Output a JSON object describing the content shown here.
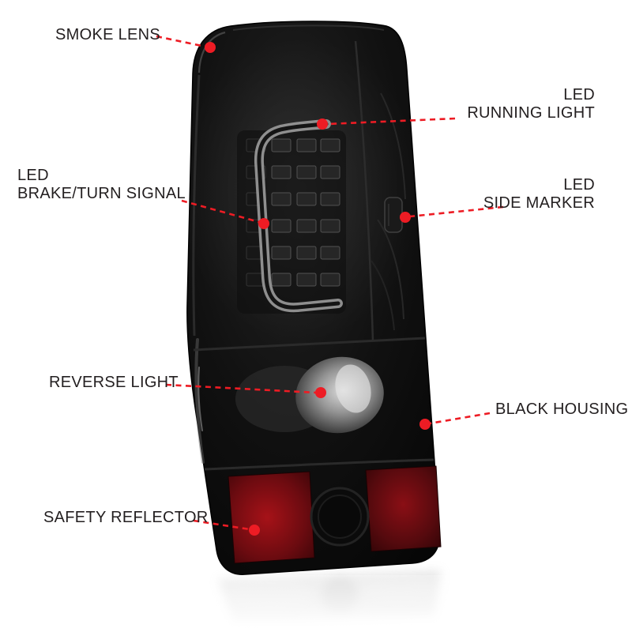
{
  "colors": {
    "callout_red": "#ed1c24",
    "label_text": "#231f20",
    "background": "#ffffff",
    "housing_black": "#0a0a0a",
    "reflector_red": "#8e1016"
  },
  "illustration": {
    "name": "smoked-led-tail-light",
    "parts": [
      "tail-light-housing",
      "led-light-bar",
      "led-array",
      "side-marker-lens",
      "reverse-light-lens",
      "safety-reflector-left",
      "safety-reflector-right",
      "floor-reflection"
    ]
  },
  "callouts": [
    {
      "id": "smoke-lens",
      "lines": [
        "SMOKE LENS"
      ]
    },
    {
      "id": "led-running-light",
      "lines": [
        "LED",
        "RUNNING LIGHT"
      ]
    },
    {
      "id": "led-brake-turn-signal",
      "lines": [
        "LED",
        "BRAKE/TURN SIGNAL"
      ]
    },
    {
      "id": "led-side-marker",
      "lines": [
        "LED",
        "SIDE MARKER"
      ]
    },
    {
      "id": "reverse-light",
      "lines": [
        "REVERSE LIGHT"
      ]
    },
    {
      "id": "black-housing",
      "lines": [
        "BLACK HOUSING"
      ]
    },
    {
      "id": "safety-reflector",
      "lines": [
        "SAFETY REFLECTOR"
      ]
    }
  ]
}
